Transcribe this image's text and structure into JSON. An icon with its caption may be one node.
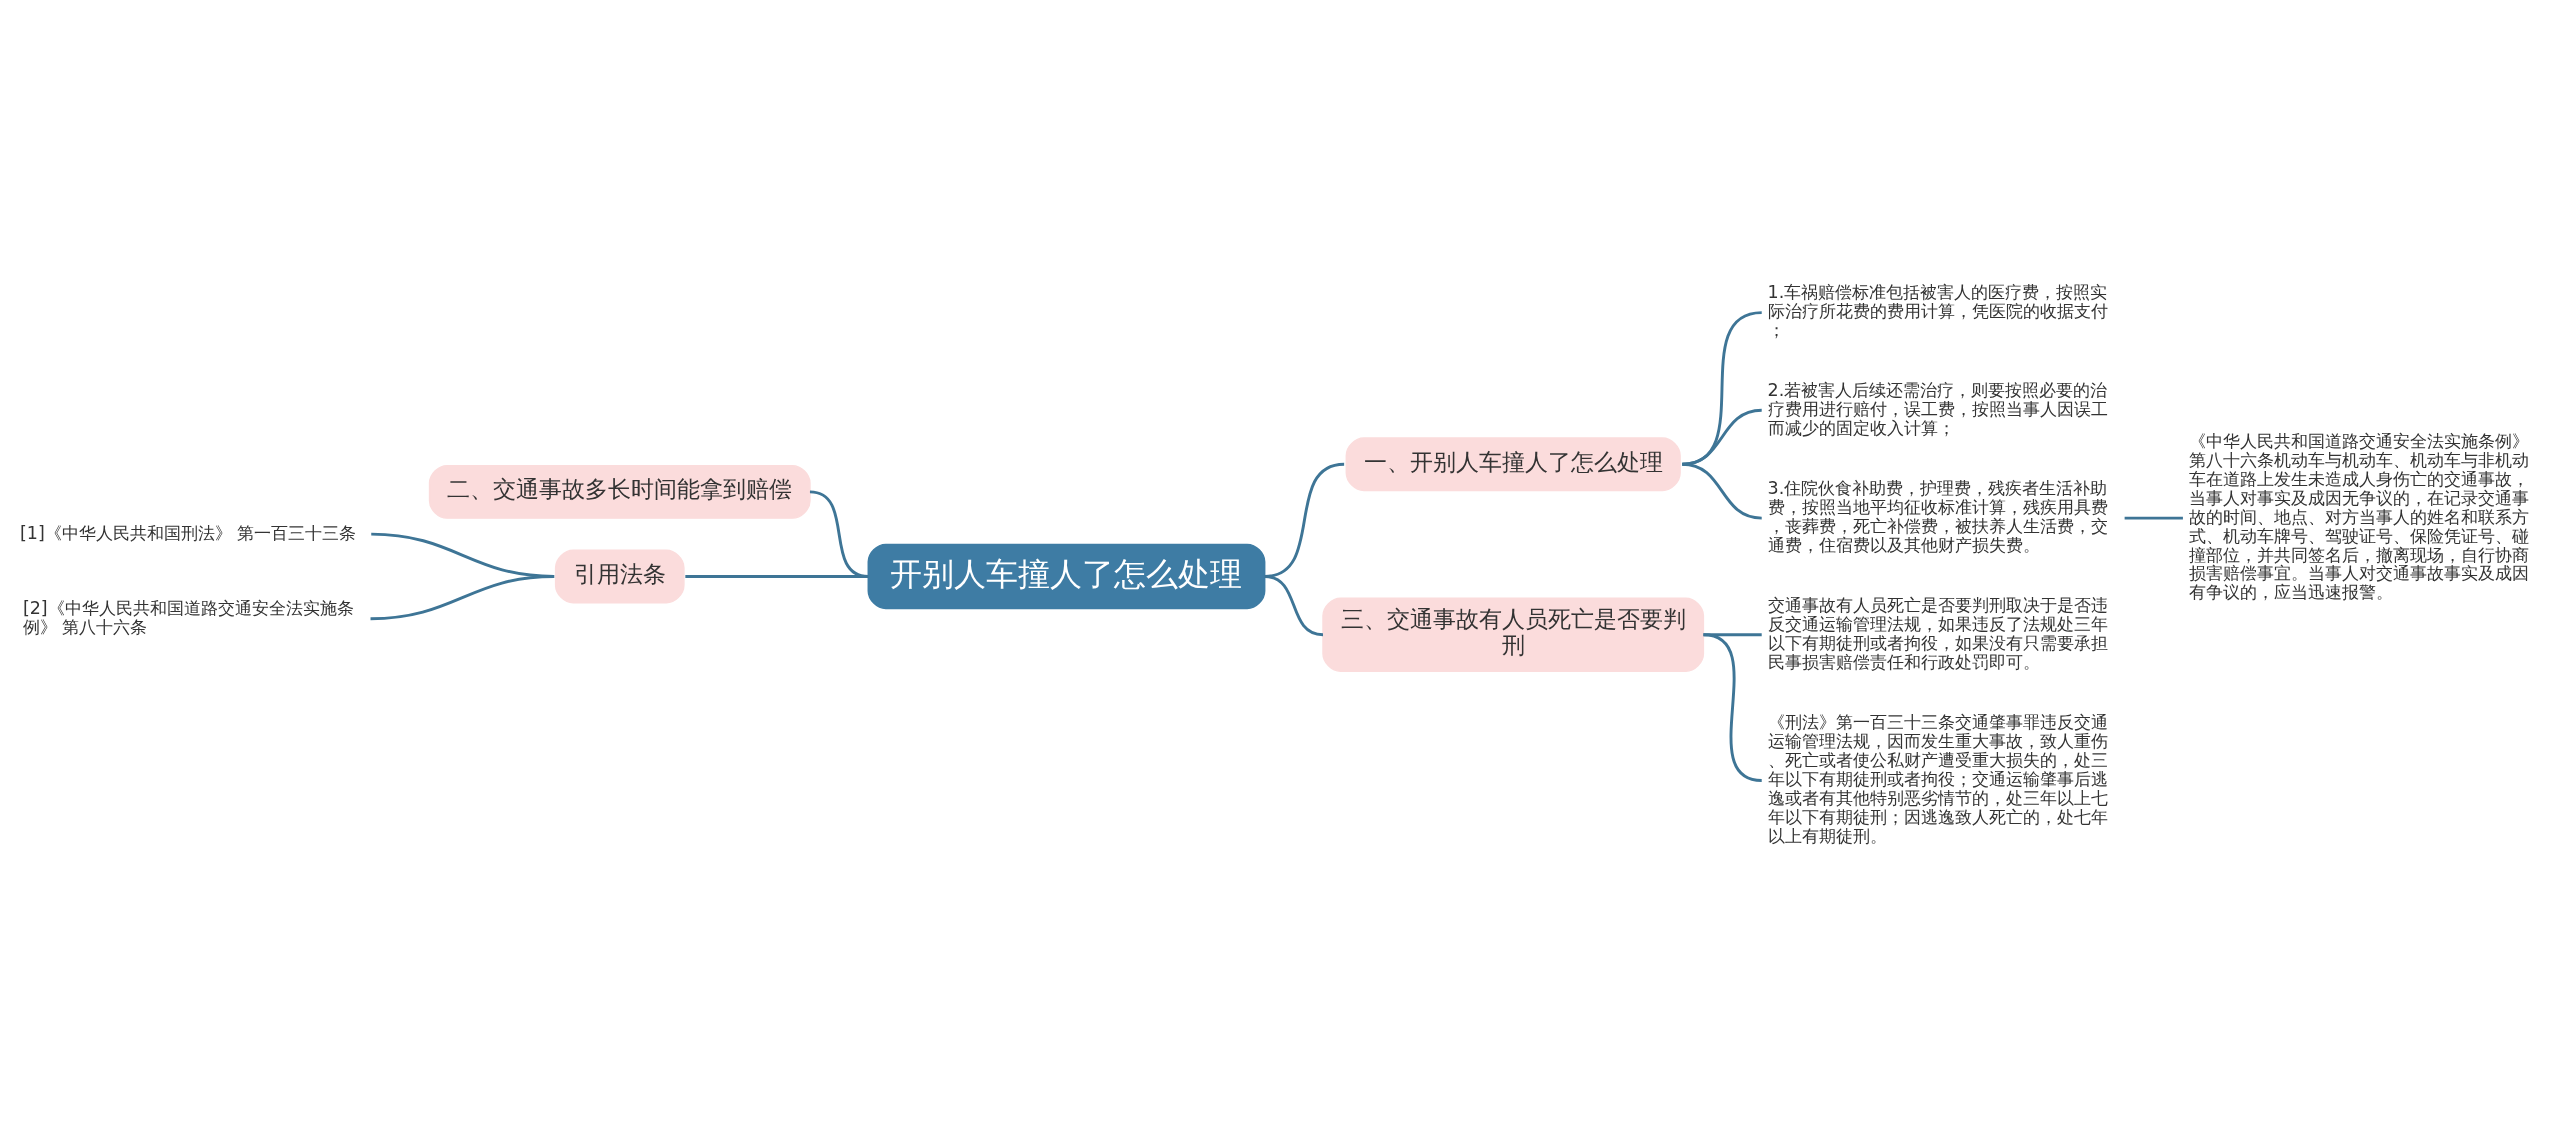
{
  "diagram": {
    "nodes": [
      {
        "text": [
          "开别人车撞人了怎么处理"
        ]
      },
      {
        "text": [
          "一、开别人车撞人了怎么处理"
        ]
      },
      {
        "text": [
          "1.车祸赔偿标准包括被害人的医疗费，按照实际治疗所花费的费用计算，凭医院的收据支付；"
        ]
      },
      {
        "text": [
          "2.若被害人后续还需治疗，则要按照必要的治疗费用进行赔付，误工费，按照当事人因误工而减少的固定收入计算；"
        ]
      },
      {
        "text": [
          "3.住院伙食补助费，护理费，残疾者生活补助费，按照当地平均征收标准计算，残疾用具费，丧葬费，死亡补偿费，被扶养人生活费，交通费，住宿费以及其他财产损失费。"
        ]
      },
      {
        "text": [
          "《中华人民共和国道路交通安全法实施条例》第八十六条机动车与机动车、机动车与非机动车在道路上发生未造成人身伤亡的交通事故，当事人对事实及成因无争议的，在记录交通事故的时间、地点、对方当事人的姓名和联系方式、机动车牌号、驾驶证号、保险凭证号、碰撞部位，并共同签名后，撤离现场，自行协商损害赔偿事宜。当事人对交通事故事实及成因有争议的，应当迅速报警。"
        ]
      },
      {
        "text": [
          "三、交通事故有人员死亡是否要判刑"
        ]
      },
      {
        "text": [
          "交通事故有人员死亡是否要判刑取决于是否违反交通运输管理法规，如果违反了法规处三年以下有期徒刑或者拘役，如果没有只需要承担民事损害赔偿责任和行政处罚即可。"
        ]
      },
      {
        "text": [
          "《刑法》第一百三十三条交通肇事罪违反交通运输管理法规，因而发生重大事故，致人重伤、死亡或者使公私财产遭受重大损失的，处三年以下有期徒刑或者拘役；交通运输肇事后逃逸或者有其他特别恶劣情节的，处三年以上七年以下有期徒刑；因逃逸致人死亡的，处七年以上有期徒刑。"
        ]
      },
      {
        "text": [
          "二、交通事故多长时间能拿到赔偿"
        ]
      },
      {
        "text": [
          "引用法条"
        ]
      },
      {
        "text": [
          "[1]《中华人民共和国刑法》 第一百三十三条"
        ]
      },
      {
        "text": [
          "[2]《中华人民共和国道路交通安全法实施条例》 第八十六条"
        ]
      }
    ],
    "edges": [
      {
        "from": 0,
        "to": 1,
        "arrow": "none"
      },
      {
        "from": 1,
        "to": 2,
        "arrow": "none"
      },
      {
        "from": 1,
        "to": 3,
        "arrow": "none"
      },
      {
        "from": 1,
        "to": 4,
        "arrow": "none"
      },
      {
        "from": 4,
        "to": 5,
        "arrow": "none"
      },
      {
        "from": 0,
        "to": 6,
        "arrow": "none"
      },
      {
        "from": 6,
        "to": 7,
        "arrow": "none"
      },
      {
        "from": 6,
        "to": 8,
        "arrow": "none"
      },
      {
        "from": 0,
        "to": 9,
        "arrow": "none"
      },
      {
        "from": 0,
        "to": 10,
        "arrow": "none"
      },
      {
        "from": 10,
        "to": 11,
        "arrow": "none"
      },
      {
        "from": 10,
        "to": 12,
        "arrow": "none"
      }
    ]
  }
}
